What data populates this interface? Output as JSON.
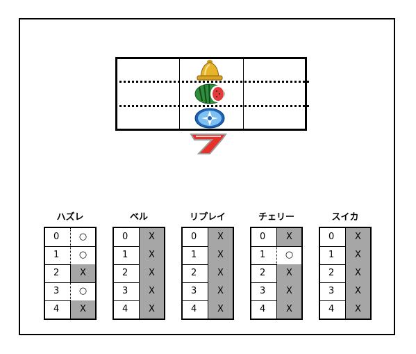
{
  "reel": {
    "symbols": [
      "bell-icon",
      "watermelon-icon",
      "replay-icon",
      "seven-icon"
    ]
  },
  "tables": [
    {
      "title": "ハズレ",
      "rows": [
        {
          "n": "0",
          "v": "○"
        },
        {
          "n": "1",
          "v": "○"
        },
        {
          "n": "2",
          "v": "X"
        },
        {
          "n": "3",
          "v": "○"
        },
        {
          "n": "4",
          "v": "X"
        }
      ]
    },
    {
      "title": "ベル",
      "rows": [
        {
          "n": "0",
          "v": "X"
        },
        {
          "n": "1",
          "v": "X"
        },
        {
          "n": "2",
          "v": "X"
        },
        {
          "n": "3",
          "v": "X"
        },
        {
          "n": "4",
          "v": "X"
        }
      ]
    },
    {
      "title": "リプレイ",
      "rows": [
        {
          "n": "0",
          "v": "X"
        },
        {
          "n": "1",
          "v": "X"
        },
        {
          "n": "2",
          "v": "X"
        },
        {
          "n": "3",
          "v": "X"
        },
        {
          "n": "4",
          "v": "X"
        }
      ]
    },
    {
      "title": "チェリー",
      "rows": [
        {
          "n": "0",
          "v": "X"
        },
        {
          "n": "1",
          "v": "○"
        },
        {
          "n": "2",
          "v": "X"
        },
        {
          "n": "3",
          "v": "X"
        },
        {
          "n": "4",
          "v": "X"
        }
      ]
    },
    {
      "title": "スイカ",
      "rows": [
        {
          "n": "0",
          "v": "X"
        },
        {
          "n": "1",
          "v": "X"
        },
        {
          "n": "2",
          "v": "X"
        },
        {
          "n": "3",
          "v": "X"
        },
        {
          "n": "4",
          "v": "X"
        }
      ]
    }
  ],
  "colors": {
    "x_cell": "#a6a6a6",
    "seven": "#e8302a",
    "bell": "#e0b32a",
    "watermelon": "#2e8b3a",
    "replay": "#3a8fd8"
  }
}
